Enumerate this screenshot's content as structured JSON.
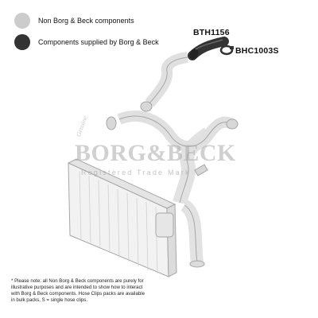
{
  "legend": [
    {
      "label": "Non Borg & Beck components",
      "color": "#cccccc"
    },
    {
      "label": "Components supplied by Borg & Beck",
      "color": "#333333"
    }
  ],
  "parts": {
    "hose_code": "BTH1156",
    "clip_code": "BHC1003S"
  },
  "watermark": {
    "brand": "BORG&BECK",
    "tagline": "Registered Trade Mark",
    "script": "Genuine"
  },
  "note": "* Please note: all Non Borg & Beck components are purely for illustrative purposes and are intended to show how to interact with Borg & Beck components. Hose Clips packs are available in bulk packs, S = single hose clips.",
  "colors": {
    "non_bb": "#cccccc",
    "bb": "#333333",
    "outline": "#9a9a9a"
  }
}
